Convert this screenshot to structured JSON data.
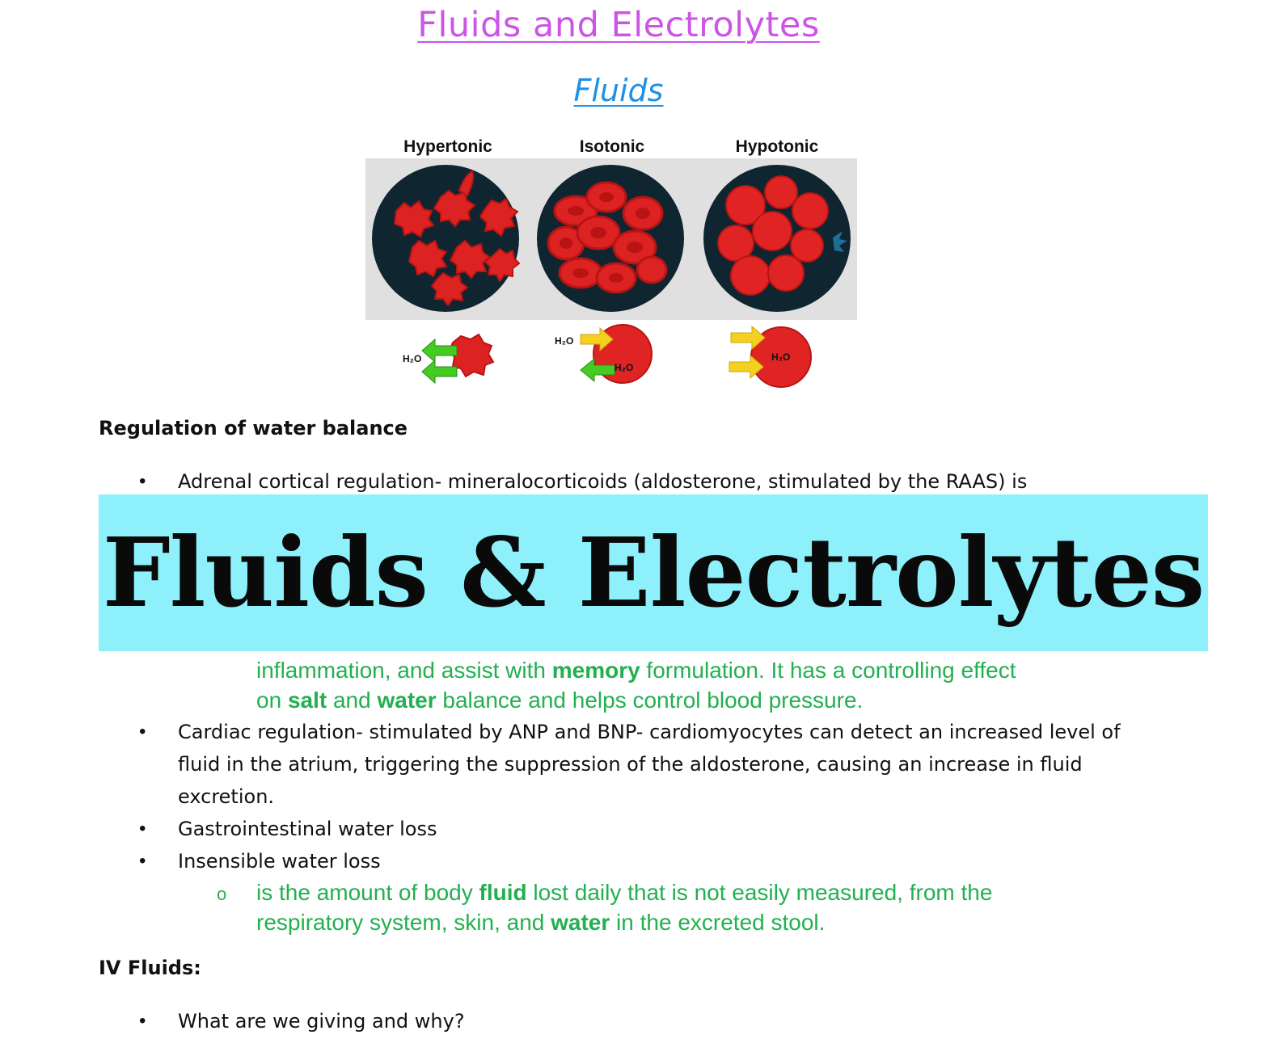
{
  "doc": {
    "title": "Fluids and Electrolytes",
    "subtitle": "Fluids"
  },
  "figure": {
    "labels": [
      "Hypertonic",
      "Isotonic",
      "Hypotonic"
    ],
    "h2o": "H₂O",
    "colors": {
      "cell": "#dd2222",
      "cell_dark": "#b81414",
      "dish": "#0f2530",
      "panel": "#e0e0e0",
      "arrow_out": "#44cc22",
      "arrow_in": "#f5d020"
    }
  },
  "section1": {
    "heading": "Regulation of water balance",
    "bullet1": "Adrenal cortical regulation- mineralocorticoids (aldosterone, stimulated by the RAAS) is",
    "green1_line1": [
      "inflammation, and assist with ",
      "memory",
      " formulation. It has a controlling effect"
    ],
    "green1_line2": [
      "on ",
      "salt",
      " and ",
      "water",
      " balance and helps control blood pressure."
    ],
    "bullet2": "Cardiac regulation- stimulated by ANP and BNP- cardiomyocytes can detect an increased level of fluid in the atrium, triggering the suppression of the aldosterone, causing an increase in fluid excretion.",
    "bullet3": "Gastrointestinal water loss",
    "bullet4": "Insensible water loss",
    "sub_bullet_marker": "o",
    "green2_line1": [
      "is the amount of body ",
      "fluid",
      " lost daily that is not easily measured, from the"
    ],
    "green2_line2": [
      "respiratory system, skin, and ",
      "water",
      " in the excreted stool."
    ]
  },
  "section2": {
    "heading": "IV Fluids:",
    "bullet1": "What are we giving and why?"
  },
  "banner": {
    "text": "Fluids & Electrolytes",
    "color": "#8ef0fb"
  },
  "bullet_marker": "•"
}
